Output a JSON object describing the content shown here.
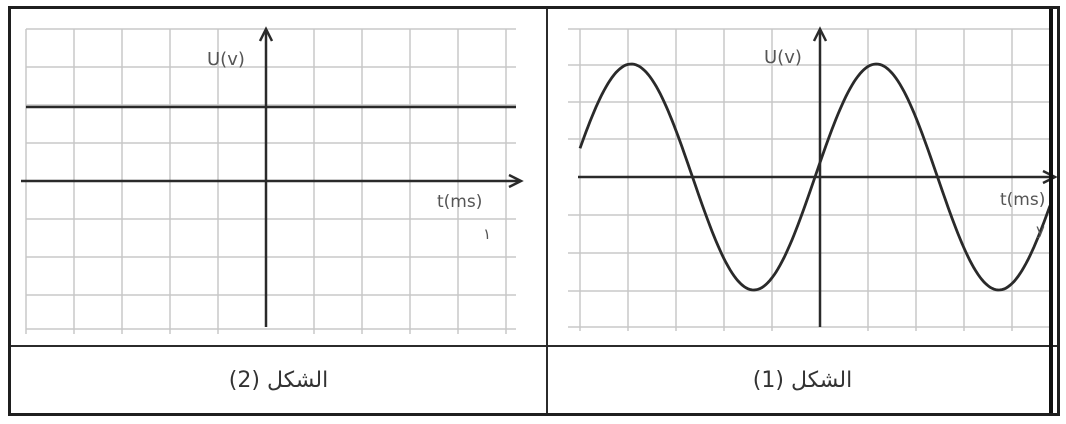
{
  "figure_left": {
    "y_axis_label": "U(v)",
    "x_axis_label": "t(ms)",
    "x_axis_sublabel": "١",
    "caption": "الشكل (2)",
    "signal": "constant-dc"
  },
  "figure_right": {
    "y_axis_label": "U(v)",
    "x_axis_label": "t(ms)",
    "x_axis_sublabel": "y",
    "caption": "الشكل (1)",
    "signal": "sinusoidal"
  },
  "colors": {
    "grid": "#c8c8c8",
    "axis": "#2a2a2a",
    "curve": "#2a2a2a"
  }
}
